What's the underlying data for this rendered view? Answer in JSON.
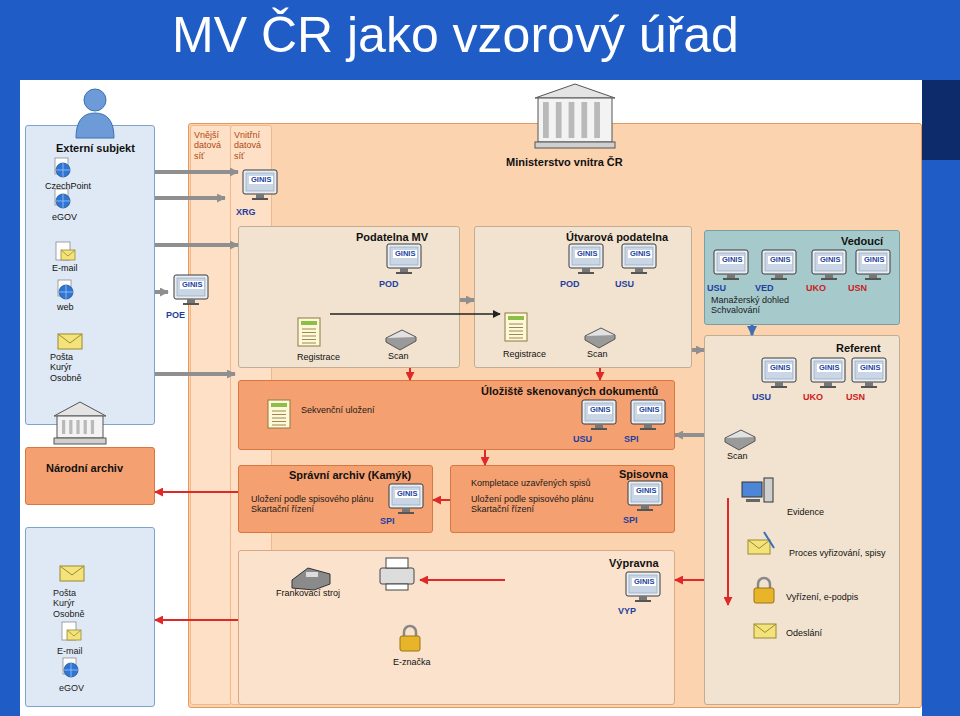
{
  "diagram": {
    "title": "MV ČR jako vzorový úřad",
    "nodes": [
      {
        "text": [
          "Externí subjekt"
        ]
      },
      {
        "text": [
          "Ministerstvo vnitra ČR"
        ]
      },
      {
        "text": [
          "Vnější datová síť"
        ],
        "in": 1
      },
      {
        "text": [
          "Vnitřní datová síť"
        ],
        "in": 1
      },
      {
        "text": [
          "Podatelna MV"
        ],
        "in": 1
      },
      {
        "text": [
          "Útvarová podatelna"
        ],
        "in": 1
      },
      {
        "text": [
          "Vedoucí",
          "Manažerský dohled Schvalování"
        ],
        "in": 1
      },
      {
        "text": [
          "Referent"
        ],
        "in": 1
      },
      {
        "text": [
          "Úložiště skenovaných dokumentů",
          "Sekvenční uložení"
        ],
        "in": 1
      },
      {
        "text": [
          "Národní archiv"
        ]
      },
      {
        "text": [
          "Správní archiv (Kamýk)",
          "Uložení podle spisového plánu Skartační řízení"
        ],
        "in": 1
      },
      {
        "text": [
          "Kompletace uzavřených spisů",
          "Spisovna",
          "Uložení podle spisového plánu Skartační řízení"
        ],
        "in": 1
      },
      {
        "text": [
          "Výpravna"
        ],
        "in": 1
      },
      {
        "text": [
          "Pošta Kurýr Osobně",
          "E-mail",
          "eGOV"
        ]
      }
    ],
    "edges": [
      {
        "from": 0,
        "to": 4,
        "arrow": "to"
      },
      {
        "from": 4,
        "to": 5,
        "arrow": "to"
      },
      {
        "from": 4,
        "to": 8,
        "arrow": "to"
      },
      {
        "from": 5,
        "to": 8,
        "arrow": "to"
      },
      {
        "from": 5,
        "to": 7,
        "arrow": "to"
      },
      {
        "from": 6,
        "to": 7,
        "arrow": "to"
      },
      {
        "from": 7,
        "to": 8,
        "arrow": "to"
      },
      {
        "from": 8,
        "to": 11,
        "arrow": "to"
      },
      {
        "from": 11,
        "to": 10,
        "arrow": "to"
      },
      {
        "from": 10,
        "to": 9,
        "arrow": "to"
      },
      {
        "from": 7,
        "to": 12,
        "arrow": "to"
      },
      {
        "from": 12,
        "to": 13,
        "arrow": "to"
      }
    ],
    "labels": [
      "CzechPoint",
      "eGOV",
      "E-mail",
      "web",
      "Pošta Kurýr Osobně",
      "GINIS",
      "XRG",
      "GINIS",
      "POE",
      "GINIS",
      "POD",
      "Registrace",
      "Scan",
      "GINIS",
      "GINIS",
      "POD",
      "USU",
      "Registrace",
      "Scan",
      "GINIS",
      "GINIS",
      "GINIS",
      "GINIS",
      "USU",
      "VED",
      "UKO",
      "USN",
      "GINIS",
      "GINIS",
      "GINIS",
      "USU",
      "UKO",
      "USN",
      "Scan",
      "Evidence",
      "Proces vyřizování, spisy",
      "Vyřízení, e-podpis",
      "Odeslání",
      "GINIS",
      "GINIS",
      "USU",
      "SPI",
      "GINIS",
      "SPI",
      "GINIS",
      "SPI",
      "GINIS",
      "VYP",
      "Frankovací stroj",
      "E-značka"
    ]
  }
}
